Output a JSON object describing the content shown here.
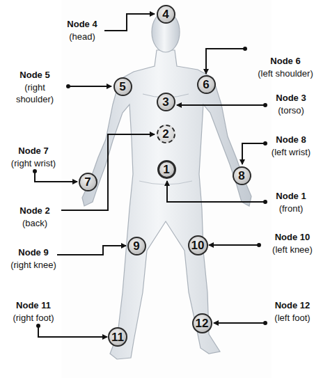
{
  "diagram": {
    "nodes": [
      {
        "text": [
          "4"
        ]
      },
      {
        "text": [
          "6"
        ]
      },
      {
        "text": [
          "5"
        ]
      },
      {
        "text": [
          "3"
        ]
      },
      {
        "text": [
          "2"
        ]
      },
      {
        "text": [
          "1"
        ]
      },
      {
        "text": [
          "8"
        ]
      },
      {
        "text": [
          "7"
        ]
      },
      {
        "text": [
          "10"
        ]
      },
      {
        "text": [
          "9"
        ]
      },
      {
        "text": [
          "12"
        ]
      },
      {
        "text": [
          "11"
        ]
      }
    ],
    "labels": [
      "Node 4",
      "(head)",
      "Node 6",
      "(left shoulder)",
      "Node 5",
      "(right shoulder)",
      "Node 3",
      "(torso)",
      "Node 8",
      "(left wrist)",
      "Node 7",
      "(right wrist)",
      "Node 1",
      "(front)",
      "Node 2",
      "(back)",
      "Node 10",
      "(left knee)",
      "Node 9",
      "(right knee)",
      "Node 11",
      "(right foot)",
      "Node 12",
      "(left foot)"
    ]
  }
}
